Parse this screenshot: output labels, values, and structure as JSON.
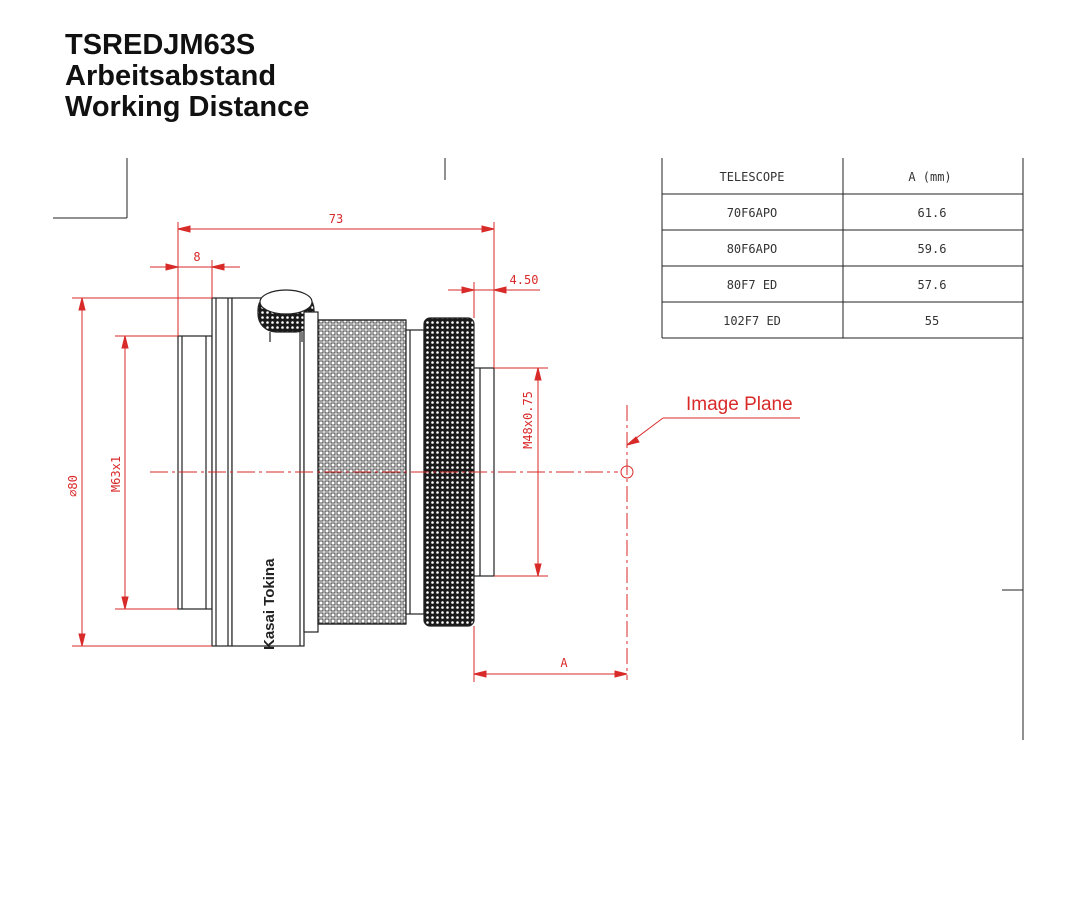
{
  "title": {
    "line1": "TSREDJM63S",
    "line2": "Arbeitsabstand",
    "line3": "Working Distance"
  },
  "dimensions": {
    "overall_length": "73",
    "flange_width": "8",
    "rear_offset": "4.50",
    "outer_diameter": "⌀80",
    "front_thread": "M63x1",
    "rear_thread": "M48x0.75",
    "working_distance": "A"
  },
  "callout": {
    "image_plane": "Image Plane"
  },
  "brand_mark": "Kasai Tokina",
  "table": {
    "headers": [
      "TELESCOPE",
      "A (mm)"
    ],
    "rows": [
      [
        "70F6APO",
        "61.6"
      ],
      [
        "80F6APO",
        "59.6"
      ],
      [
        "80F7 ED",
        "57.6"
      ],
      [
        "102F7 ED",
        "55"
      ]
    ]
  },
  "colors": {
    "dimension": "#d92a2a",
    "outline": "#222222"
  }
}
